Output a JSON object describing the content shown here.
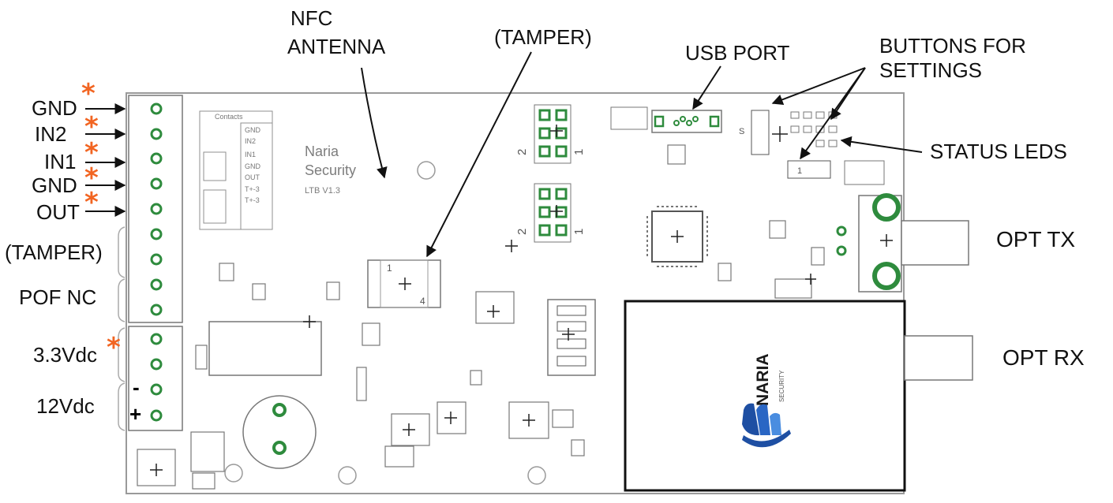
{
  "colors": {
    "pad_green": "#2e8b3d",
    "star_orange": "#f26522",
    "outline_gray": "#9a9a9a",
    "ink": "#111111",
    "logo_blue": "#1e4fa3"
  },
  "callouts": {
    "nfc_antenna_line1": "NFC",
    "nfc_antenna_line2": "ANTENNA",
    "tamper_top": "(TAMPER)",
    "usb_port": "USB PORT",
    "buttons_line1": "BUTTONS FOR",
    "buttons_line2": "SETTINGS",
    "status_leds": "STATUS LEDS",
    "opt_tx": "OPT TX",
    "opt_rx": "OPT RX"
  },
  "terminals": {
    "gnd1": "GND",
    "in2": "IN2",
    "in1": "IN1",
    "gnd2": "GND",
    "out": "OUT",
    "tamper": "(TAMPER)",
    "pof_nc": "POF NC",
    "v33": "3.3Vdc",
    "v12": "12Vdc",
    "minus": "-",
    "plus": "+",
    "star": "*"
  },
  "board": {
    "brand_line1": "Naria",
    "brand_line2": "Security",
    "version": "LTB V1.3",
    "contacts_title": "Contacts",
    "contacts_rows": [
      "GND",
      "IN2",
      "IN1",
      "GND",
      "OUT",
      "T+-3",
      "T+-3"
    ],
    "jumper_num_2a": "2",
    "jumper_num_1a": "1",
    "jumper_num_2b": "2",
    "jumper_num_1b": "1",
    "chip_pin_1": "1",
    "chip_pin_4": "4",
    "switch_label": "S",
    "led_block_label": "1"
  },
  "logo": {
    "word": "NARIA",
    "sub": "SECURITY"
  }
}
